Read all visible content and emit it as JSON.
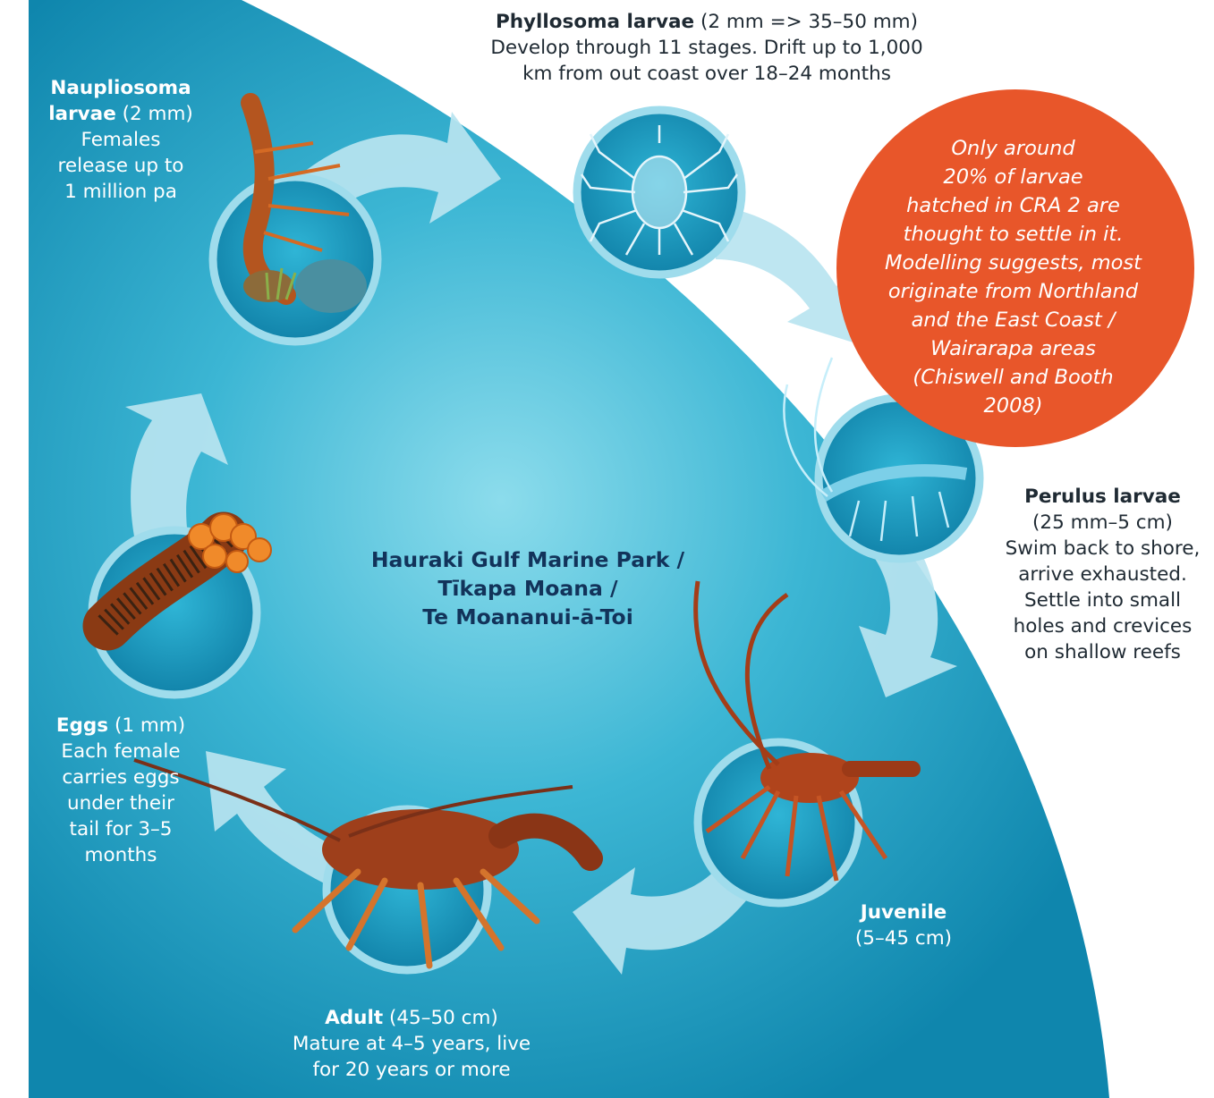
{
  "center_title": [
    "Hauraki Gulf Marine Park /",
    "Tīkapa Moana /",
    "Te Moananui-ā-Toi"
  ],
  "stages": {
    "naupliosoma": {
      "name": "Naupliosoma larvae",
      "size": "(2 mm)",
      "lines": [
        "Females",
        "release up to",
        "1 million pa"
      ]
    },
    "phyllosoma": {
      "name": "Phyllosoma larvae",
      "size": "(2 mm => 35–50 mm)",
      "lines": [
        "Develop through 11 stages. Drift up to 1,000",
        "km from out coast over 18–24 months"
      ]
    },
    "perulus": {
      "name": "Perulus larvae",
      "size": "(25 mm–5 cm)",
      "lines": [
        "Swim back to shore,",
        "arrive exhausted.",
        "Settle into small",
        "holes and crevices",
        "on shallow reefs"
      ]
    },
    "juvenile": {
      "name": "Juvenile",
      "size": "(5–45 cm)"
    },
    "adult": {
      "name": "Adult",
      "size": "(45–50 cm)",
      "lines": [
        "Mature at 4–5 years, live",
        "for 20 years or more"
      ]
    },
    "eggs": {
      "name": "Eggs",
      "size": "(1 mm)",
      "lines": [
        "Each female",
        "carries eggs",
        "under their",
        "tail for 3–5",
        "months"
      ]
    }
  },
  "callout": {
    "lines": [
      "Only around",
      "20% of larvae",
      "hatched in CRA 2 are",
      "thought to settle in it.",
      "Modelling suggests, most",
      "originate from Northland",
      "and the East Coast /",
      "Wairarapa areas",
      "(Chiswell and Booth",
      "2008)"
    ]
  },
  "colors": {
    "ocean_light": "#6fd0e3",
    "ocean_dark": "#1694b8",
    "arrow": "#b6e3ef",
    "callout": "#e8562a",
    "text_navy": "#12335a"
  }
}
